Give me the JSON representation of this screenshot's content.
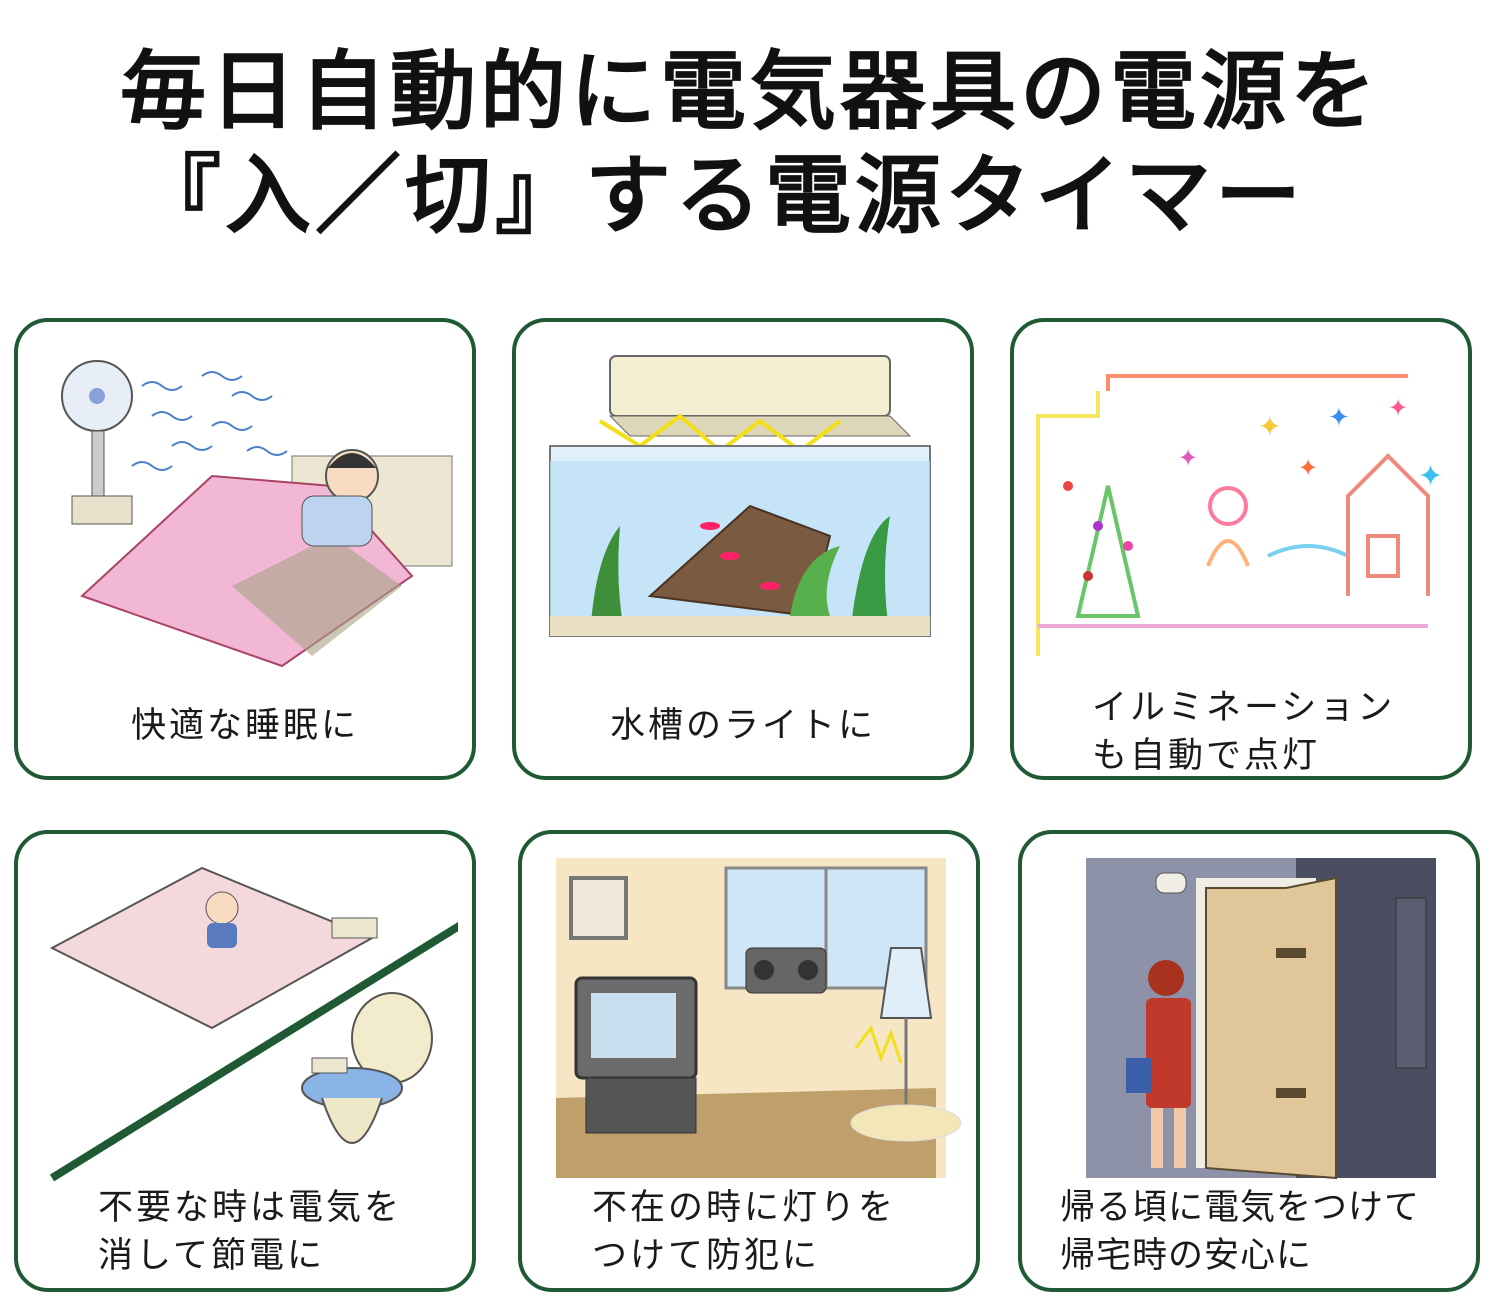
{
  "title": {
    "line1": "毎日自動的に電気器具の電源を",
    "line2": "『入／切』する電源タイマー"
  },
  "cards": [
    {
      "lines": [
        "快適な睡眠に"
      ]
    },
    {
      "lines": [
        "水槽のライトに"
      ]
    },
    {
      "lines": [
        "イルミネーション",
        "も自動で点灯"
      ]
    },
    {
      "lines": [
        "不要な時は電気を",
        "消して節電に"
      ]
    },
    {
      "lines": [
        "不在の時に灯りを",
        "つけて防犯に"
      ]
    },
    {
      "lines": [
        "帰る頃に電気をつけて",
        "帰宅時の安心に"
      ]
    }
  ],
  "colors": {
    "card_border": "#1f5a35",
    "text": "#111111"
  },
  "icons": [
    "fan-sleep-illustration",
    "aquarium-illustration",
    "illumination-illustration",
    "carpet-toilet-illustration",
    "living-room-illustration",
    "door-illustration"
  ]
}
